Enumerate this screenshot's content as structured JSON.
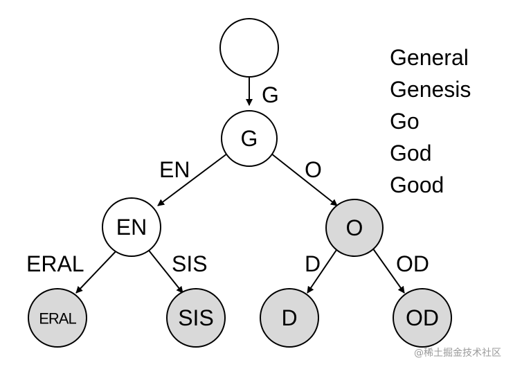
{
  "colors": {
    "stroke": "#000000",
    "plain_fill": "#ffffff",
    "terminal_fill": "#d9d9d9"
  },
  "nodes": {
    "root": {
      "label": "",
      "terminal": false
    },
    "g": {
      "label": "G",
      "terminal": false
    },
    "en": {
      "label": "EN",
      "terminal": false
    },
    "o": {
      "label": "O",
      "terminal": true
    },
    "eral": {
      "label": "ERAL",
      "terminal": true
    },
    "sis": {
      "label": "SIS",
      "terminal": true
    },
    "d": {
      "label": "D",
      "terminal": true
    },
    "od": {
      "label": "OD",
      "terminal": true
    }
  },
  "edges": {
    "root_g": "G",
    "g_en": "EN",
    "g_o": "O",
    "en_eral": "ERAL",
    "en_sis": "SIS",
    "o_d": "D",
    "o_od": "OD"
  },
  "words": [
    "General",
    "Genesis",
    "Go",
    "God",
    "Good"
  ],
  "watermark": "@稀土掘金技术社区"
}
